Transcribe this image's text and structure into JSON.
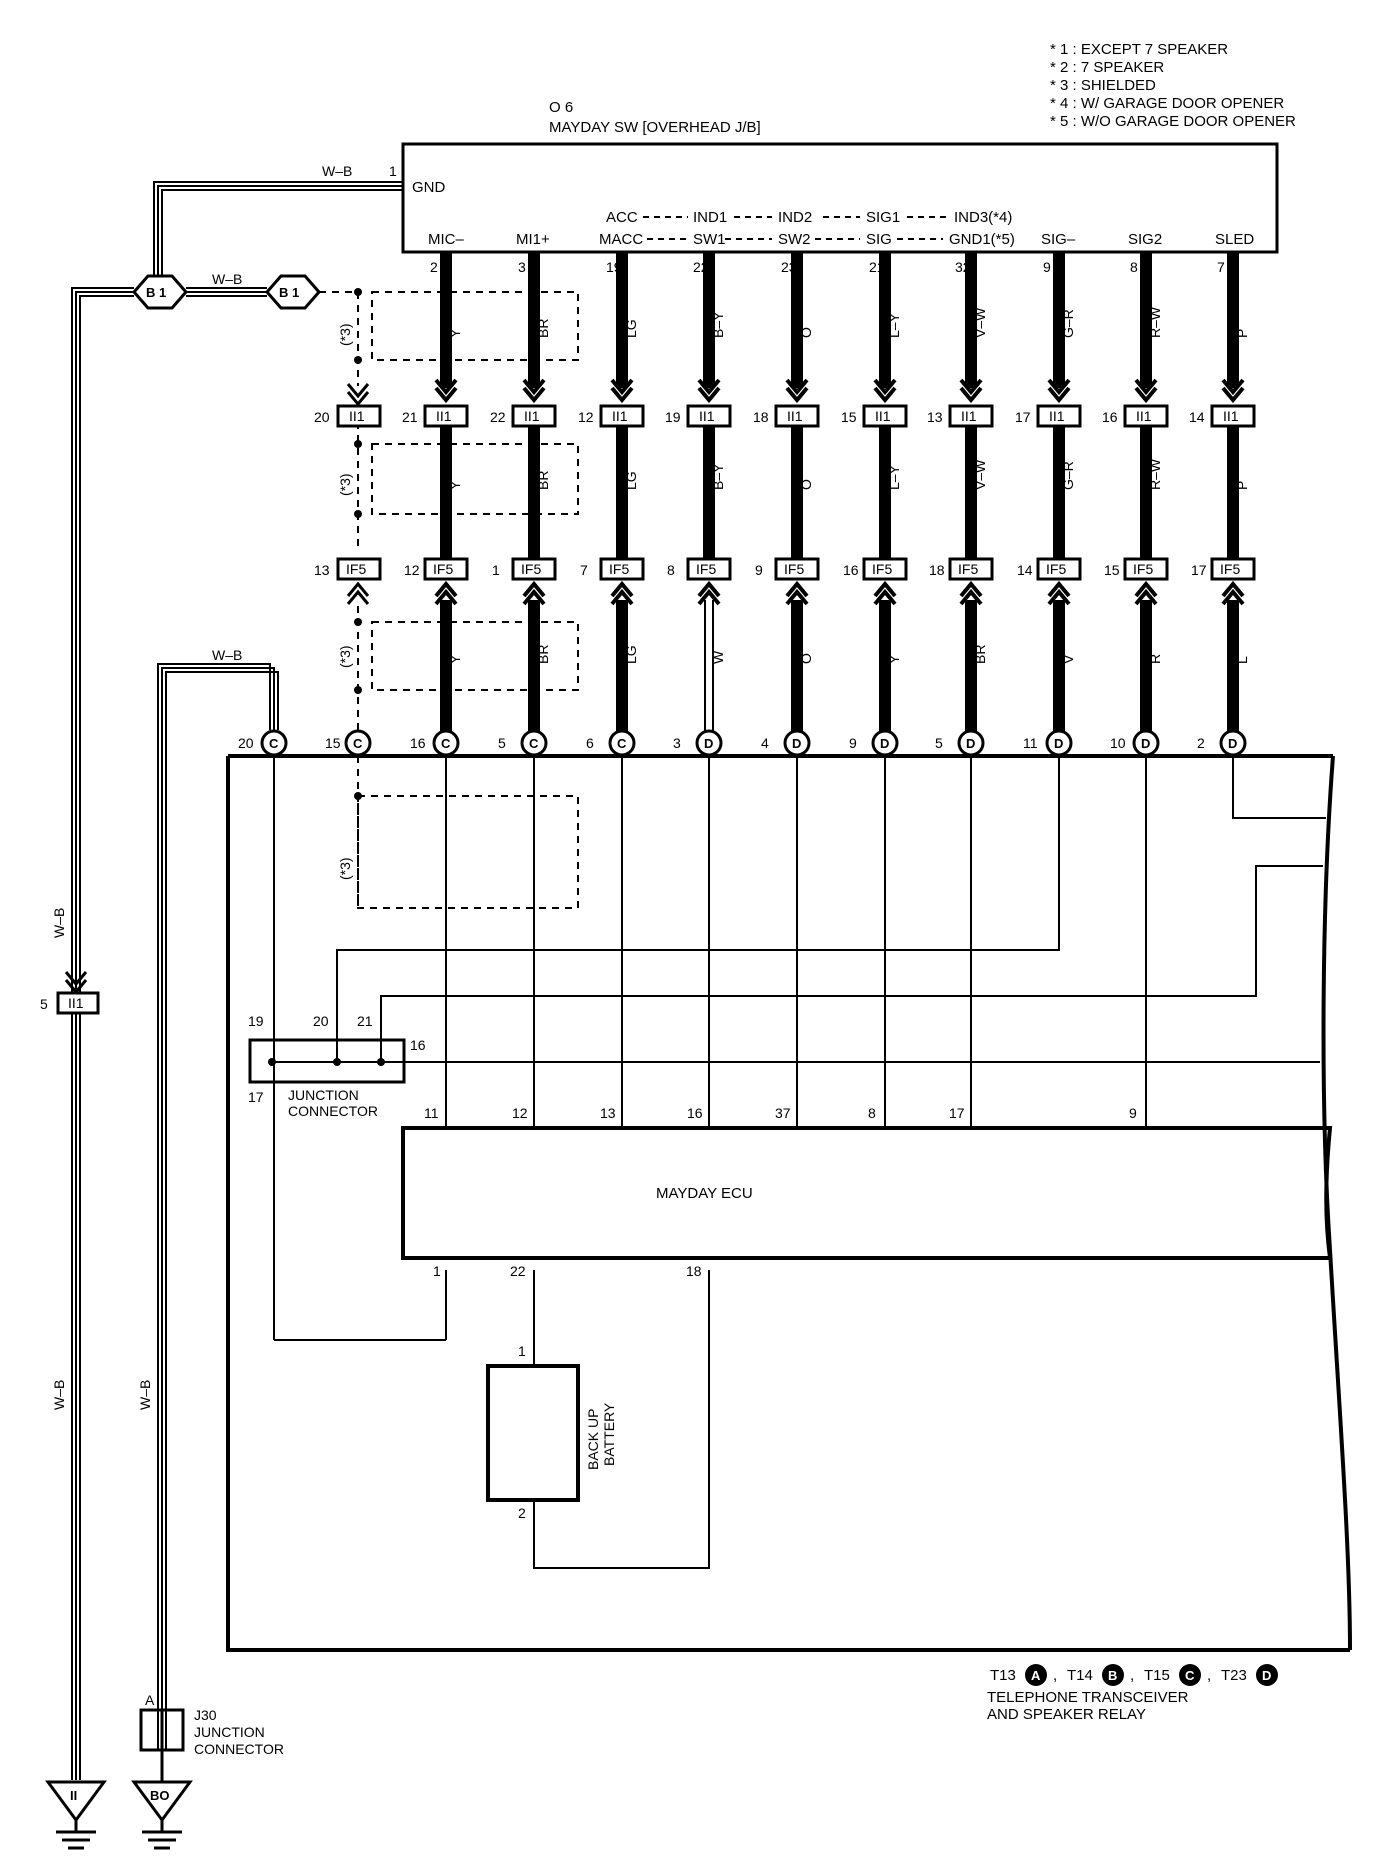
{
  "notes": [
    "* 1 : EXCEPT 7 SPEAKER",
    "* 2 : 7 SPEAKER",
    "* 3 : SHIELDED",
    "* 4 : W/ GARAGE DOOR OPENER",
    "* 5 : W/O GARAGE DOOR OPENER"
  ],
  "mayday_sw": {
    "code": "O 6",
    "name": "MAYDAY SW [OVERHEAD J/B]",
    "gnd_pin": "1",
    "gnd_label": "GND",
    "gnd_wire": "W–B",
    "row1": [
      "ACC",
      "IND1",
      "IND2",
      "SIG1",
      "IND3(*4)"
    ],
    "row2": [
      "MACC",
      "SW1",
      "SW2",
      "SIG",
      "GND1(*5)"
    ]
  },
  "b1": "B 1",
  "b1_wire": "W–B",
  "shield_label": "(*3)",
  "ii1": "II1",
  "if5": "IF5",
  "shield_pins": {
    "ii1": "20",
    "if5": "13",
    "c": "15"
  },
  "circuits": [
    {
      "label": "MIC–",
      "sw_pin": "2",
      "wire1": "Y",
      "ii1_pin": "21",
      "wire2": "Y",
      "if5_pin": "12",
      "wire3": "Y",
      "conn_pin": "16",
      "conn": "C"
    },
    {
      "label": "MI1+",
      "sw_pin": "3",
      "wire1": "BR",
      "ii1_pin": "22",
      "wire2": "BR",
      "if5_pin": "1",
      "wire3": "BR",
      "conn_pin": "5",
      "conn": "C"
    },
    {
      "label": "",
      "sw_pin": "19",
      "wire1": "LG",
      "ii1_pin": "12",
      "wire2": "LG",
      "if5_pin": "7",
      "wire3": "LG",
      "conn_pin": "6",
      "conn": "C"
    },
    {
      "label": "",
      "sw_pin": "22",
      "wire1": "B–Y",
      "ii1_pin": "19",
      "wire2": "B–Y",
      "if5_pin": "8",
      "wire3": "W",
      "conn_pin": "3",
      "conn": "D"
    },
    {
      "label": "",
      "sw_pin": "23",
      "wire1": "O",
      "ii1_pin": "18",
      "wire2": "O",
      "if5_pin": "9",
      "wire3": "O",
      "conn_pin": "4",
      "conn": "D"
    },
    {
      "label": "",
      "sw_pin": "21",
      "wire1": "L–Y",
      "ii1_pin": "15",
      "wire2": "L–Y",
      "if5_pin": "16",
      "wire3": "Y",
      "conn_pin": "9",
      "conn": "D"
    },
    {
      "label": "",
      "sw_pin": "32",
      "wire1": "V–W",
      "ii1_pin": "13",
      "wire2": "V–W",
      "if5_pin": "18",
      "wire3": "BR",
      "conn_pin": "5",
      "conn": "D"
    },
    {
      "label": "SIG–",
      "sw_pin": "9",
      "wire1": "G–R",
      "ii1_pin": "17",
      "wire2": "G–R",
      "if5_pin": "14",
      "wire3": "V",
      "conn_pin": "11",
      "conn": "D"
    },
    {
      "label": "SIG2",
      "sw_pin": "8",
      "wire1": "R–W",
      "ii1_pin": "16",
      "wire2": "R–W",
      "if5_pin": "15",
      "wire3": "R",
      "conn_pin": "10",
      "conn": "D"
    },
    {
      "label": "SLED",
      "sw_pin": "7",
      "wire1": "P",
      "ii1_pin": "14",
      "wire2": "P",
      "if5_pin": "17",
      "wire3": "L",
      "conn_pin": "2",
      "conn": "D"
    }
  ],
  "gnd_circuit": {
    "wire": "W–B",
    "pin": "20",
    "conn": "C"
  },
  "left_wire": "W–B",
  "left_ii1_pin": "5",
  "junction": {
    "label_line1": "JUNCTION",
    "label_line2": "CONNECTOR",
    "pins": [
      "19",
      "20",
      "21",
      "16",
      "17"
    ]
  },
  "ecu": {
    "name": "MAYDAY ECU",
    "top_pins": [
      "11",
      "12",
      "13",
      "16",
      "37",
      "8",
      "17",
      "9"
    ],
    "bottom_pins": [
      "1",
      "22",
      "18"
    ]
  },
  "battery": {
    "line1": "BACK UP",
    "line2": "BATTERY",
    "pin_top": "1",
    "pin_bottom": "2"
  },
  "connectors_legend": {
    "items": [
      {
        "code": "T13",
        "letter": "A"
      },
      {
        "code": "T14",
        "letter": "B"
      },
      {
        "code": "T15",
        "letter": "C"
      },
      {
        "code": "T23",
        "letter": "D"
      }
    ],
    "line1": "TELEPHONE TRANSCEIVER",
    "line2": "AND SPEAKER RELAY"
  },
  "j30": {
    "pin": "A",
    "code": "J30",
    "line1": "JUNCTION",
    "line2": "CONNECTOR"
  },
  "grounds": [
    "II",
    "BO"
  ]
}
